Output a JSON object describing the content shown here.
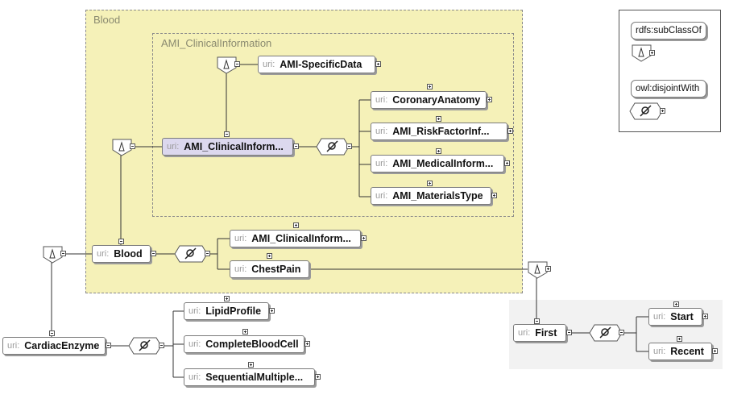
{
  "groups": {
    "blood": {
      "title": "Blood",
      "fill": "#f5f1b8"
    },
    "ami_clinical": {
      "title": "AMI_ClinicalInformation"
    }
  },
  "uri_prefix": "uri:",
  "nodes": {
    "ami_specific": "AMI-SpecificData",
    "coronary": "CoronaryAnatomy",
    "risk": "AMI_RiskFactorInf...",
    "medical": "AMI_MedicalInform...",
    "materials": "AMI_MaterialsType",
    "ami_clinical_main": "AMI_ClinicalInform...",
    "ami_clinical_sub": "AMI_ClinicalInform...",
    "chestpain": "ChestPain",
    "blood": "Blood",
    "cardiac": "CardiacEnzyme",
    "lipid": "LipidProfile",
    "cbc": "CompleteBloodCell",
    "sequential": "SequentialMultiple...",
    "first": "First",
    "start": "Start",
    "recent": "Recent"
  },
  "legend": {
    "subclass": "rdfs:subClassOf",
    "disjoint": "owl:disjointWith"
  },
  "colors": {
    "selected_node": "#dcd8ee",
    "blood_group_fill": "#f5f1b8",
    "lines": "#333333"
  },
  "icons": [
    "subclass-icon",
    "disjoint-icon"
  ]
}
